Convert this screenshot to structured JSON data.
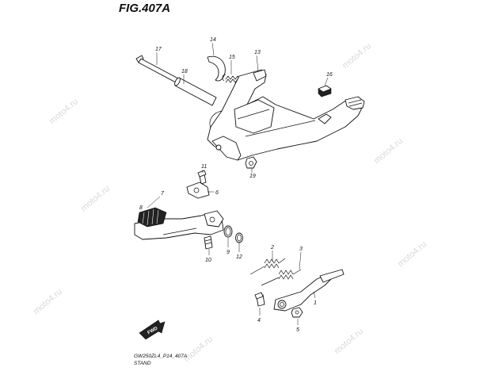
{
  "figure": {
    "title": "FIG.407A"
  },
  "footer": {
    "code": "GW250ZL4_P14_407A",
    "caption": "STAND"
  },
  "arrow": {
    "label": "FWD"
  },
  "watermark": {
    "text": "moto4.ru"
  },
  "callouts": [
    "1",
    "2",
    "3",
    "4",
    "5",
    "6",
    "7",
    "8",
    "9",
    "10",
    "11",
    "12",
    "13",
    "14",
    "15",
    "16",
    "17",
    "18",
    "19"
  ]
}
